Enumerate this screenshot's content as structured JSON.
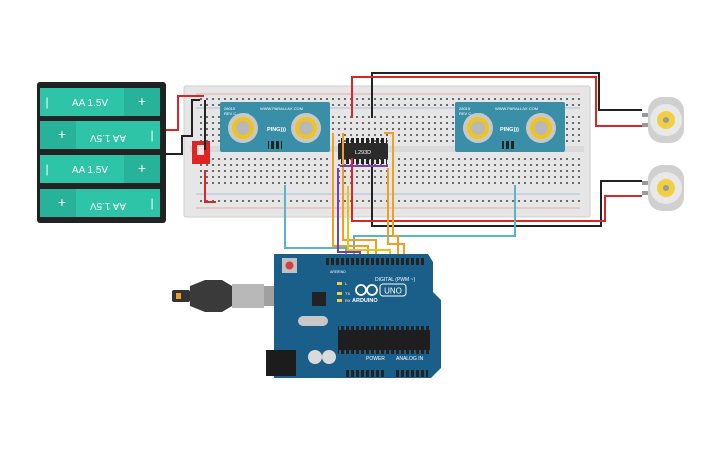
{
  "battery": {
    "cells": [
      {
        "label": "AA 1.5V",
        "plus": "+",
        "minus": "|",
        "flipped": false
      },
      {
        "label": "AA 1.5V",
        "plus": "+",
        "minus": "|",
        "flipped": true
      },
      {
        "label": "AA 1.5V",
        "plus": "+",
        "minus": "|",
        "flipped": false
      },
      {
        "label": "AA 1.5V",
        "plus": "+",
        "minus": "|",
        "flipped": true
      }
    ]
  },
  "ic": {
    "label": "L293D"
  },
  "sensors": [
    {
      "model": "28015",
      "rev": "REV C",
      "site": "WWW.PARALLAX.COM",
      "name": "PING)))"
    },
    {
      "model": "28015",
      "rev": "REV C",
      "site": "WWW.PARALLAX.COM",
      "name": "PING)))"
    }
  ],
  "arduino": {
    "brand": "ARDUINO",
    "model": "UNO",
    "digital_label": "DIGITAL (PWM ~)",
    "power_label": "POWER",
    "analog_label": "ANALOG IN",
    "aref": "AREF",
    "gnd": "GND",
    "led_l": "L",
    "led_tx": "TX",
    "led_rx": "RX",
    "on": "ON"
  },
  "colors": {
    "wire_red": "#d62828",
    "wire_black": "#222222",
    "wire_orange": "#f0a020",
    "wire_cyan": "#5ab4c8",
    "wire_purple": "#7a3db5",
    "wire_yellow": "#e8c020",
    "board": "#1a5f8a",
    "breadboard": "#e8e8e8",
    "sensor": "#3a8fa8"
  }
}
